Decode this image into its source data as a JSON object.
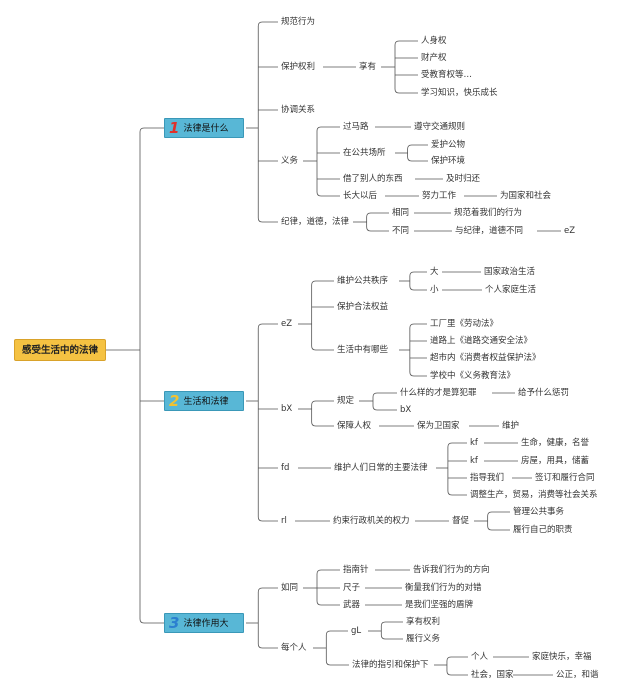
{
  "root": {
    "label": "感受生活中的法律",
    "color": "#f5c242"
  },
  "colors": {
    "topic_fill": "#58b7d6",
    "line": "#555555"
  },
  "topics": [
    {
      "num": "1",
      "label": "法律是什么"
    },
    {
      "num": "2",
      "label": "生活和法律"
    },
    {
      "num": "3",
      "label": "法律作用大"
    }
  ],
  "nodes": {
    "a1": "规范行为",
    "a2": "保护权利",
    "a2a": "享有",
    "a2a1": "人身权",
    "a2a2": "财产权",
    "a2a3": "受教育权等…",
    "a2a4": "学习知识，快乐成长",
    "a3": "协调关系",
    "a4": "义务",
    "a4a": "过马路",
    "a4a1": "遵守交通规则",
    "a4b": "在公共场所",
    "a4b1": "爱护公物",
    "a4b2": "保护环境",
    "a4c": "借了别人的东西",
    "a4c1": "及时归还",
    "a4d": "长大以后",
    "a4d1": "努力工作",
    "a4d2": "为国家和社会",
    "a5": "纪律，道德，法律",
    "a5a": "相同",
    "a5a1": "规范着我们的行为",
    "a5b": "不同",
    "a5b1": "与纪律，道德不同",
    "a5b2": "eZ",
    "b1": "eZ",
    "b1a": "维护公共秩序",
    "b1a1": "大",
    "b1a1a": "国家政治生活",
    "b1a2": "小",
    "b1a2a": "个人家庭生活",
    "b1b": "保护合法权益",
    "b1c": "生活中有哪些",
    "b1c1": "工厂里《劳动法》",
    "b1c2": "道路上《道路交通安全法》",
    "b1c3": "超市内《消费者权益保护法》",
    "b1c4": "学校中《义务教育法》",
    "b2": "bX",
    "b2a": "规定",
    "b2a1": "什么样的才是算犯罪",
    "b2a1a": "给予什么惩罚",
    "b2a2": "bX",
    "b2b": "保障人权",
    "b2b1": "保为卫国家",
    "b2b1a": "维护",
    "b3": "fd",
    "b3a": "维护人们日常的主要法律",
    "b3a1": "kf",
    "b3a1a": "生命，健康，名誉",
    "b3a2": "kf",
    "b3a2a": "房屋，用具，储蓄",
    "b3a3": "指导我们",
    "b3a3a": "签订和履行合同",
    "b3a4": "调整生产，贸易，消费等社会关系",
    "b4": "rl",
    "b4a": "约束行政机关的权力",
    "b4a1": "督促",
    "b4a1a": "管理公共事务",
    "b4a1b": "履行自己的职责",
    "c1": "如同",
    "c1a": "指南针",
    "c1a1": "告诉我们行为的方向",
    "c1b": "尺子",
    "c1b1": "衡量我们行为的对错",
    "c1c": "武器",
    "c1c1": "是我们坚强的盾牌",
    "c2": "每个人",
    "c2a": "gL",
    "c2a1": "享有权利",
    "c2a2": "履行义务",
    "c2b": "法律的指引和保护下",
    "c2b1": "个人",
    "c2b1a": "家庭快乐，幸福",
    "c2b2": "社会，国家",
    "c2b2a": "公正，和谐"
  }
}
